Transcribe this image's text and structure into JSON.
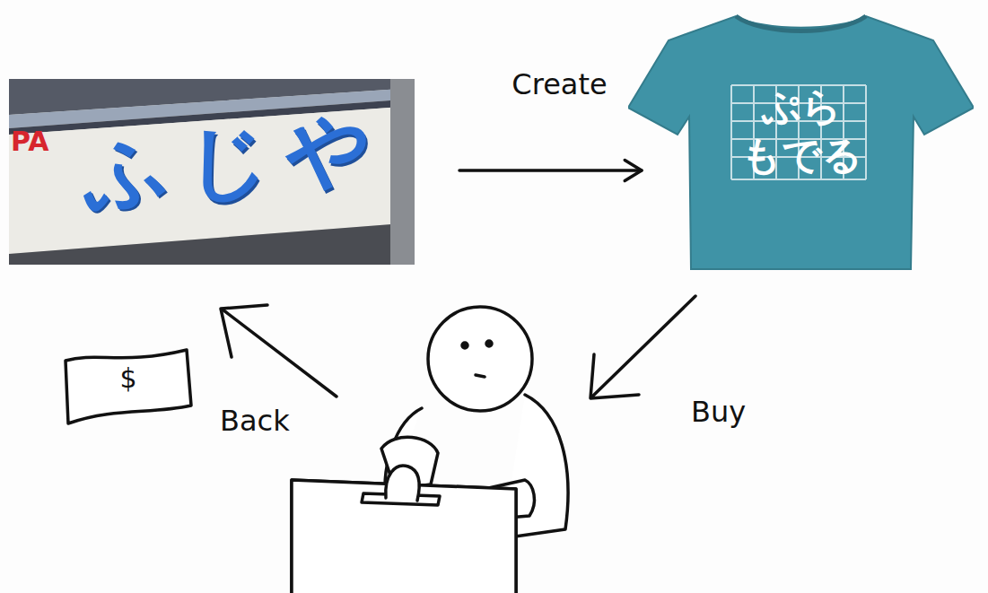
{
  "diagram": {
    "nodes": [
      {
        "text": [
          "ふじや"
        ]
      },
      {
        "text": [
          "ぷら もでる"
        ]
      },
      {
        "text": [
          "$"
        ]
      }
    ],
    "edges": [
      {
        "from": 0,
        "to": 1,
        "label": "Create",
        "arrow": "to"
      }
    ],
    "labels": [
      "PA",
      "Buy",
      "Back"
    ]
  }
}
